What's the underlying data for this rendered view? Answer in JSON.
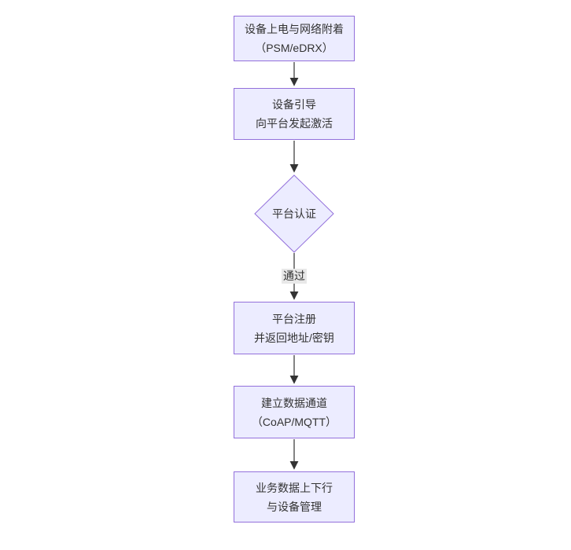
{
  "diagram": {
    "type": "flowchart",
    "direction": "top-down",
    "colors": {
      "background": "#ffffff",
      "node_fill": "#ECECFF",
      "node_border": "#9370DB",
      "text": "#333333",
      "arrow": "#333333",
      "edge_label_bg": "#e8e8e8"
    },
    "nodes": [
      {
        "id": "power-on",
        "shape": "rect",
        "lines": [
          "设备上电与网络附着",
          "（PSM/eDRX）"
        ]
      },
      {
        "id": "bootstrap",
        "shape": "rect",
        "lines": [
          "设备引导",
          "向平台发起激活"
        ]
      },
      {
        "id": "platform-auth",
        "shape": "diamond",
        "lines": [
          "平台认证"
        ]
      },
      {
        "id": "platform-register",
        "shape": "rect",
        "lines": [
          "平台注册",
          "并返回地址/密钥"
        ]
      },
      {
        "id": "data-channel",
        "shape": "rect",
        "lines": [
          "建立数据通道",
          "（CoAP/MQTT）"
        ]
      },
      {
        "id": "business-data",
        "shape": "rect",
        "lines": [
          "业务数据上下行",
          "与设备管理"
        ]
      }
    ],
    "edges": [
      {
        "from": "power-on",
        "to": "bootstrap",
        "label": ""
      },
      {
        "from": "bootstrap",
        "to": "platform-auth",
        "label": ""
      },
      {
        "from": "platform-auth",
        "to": "platform-register",
        "label": "通过"
      },
      {
        "from": "platform-register",
        "to": "data-channel",
        "label": ""
      },
      {
        "from": "data-channel",
        "to": "business-data",
        "label": ""
      }
    ]
  }
}
